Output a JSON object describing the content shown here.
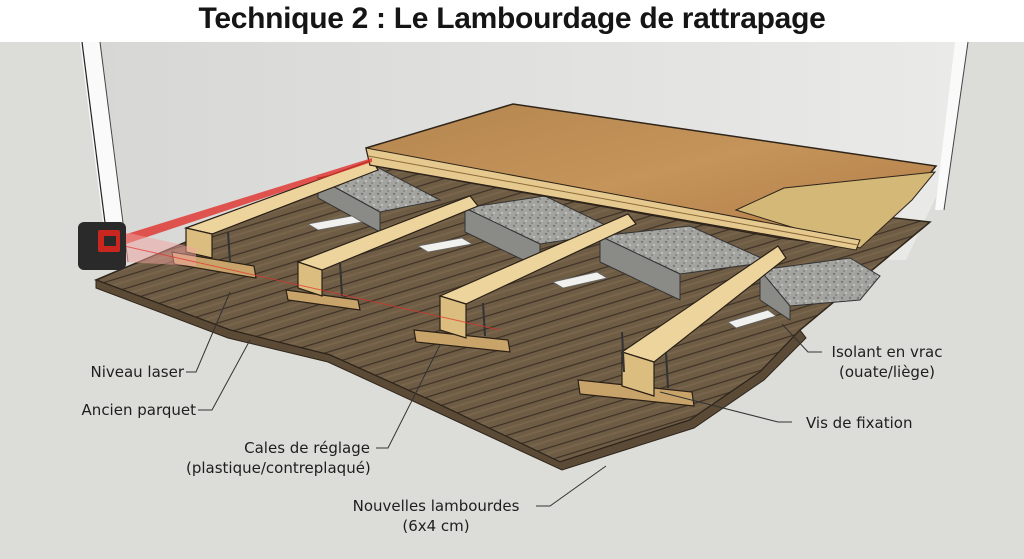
{
  "title": "Technique 2 : Le Lambourdage de rattrapage",
  "labels": {
    "laser": "Niveau laser",
    "old_floor": "Ancien parquet",
    "shims_line1": "Cales de réglage",
    "shims_line2": "(plastique/contreplaqué)",
    "joists_line1": "Nouvelles lambourdes",
    "joists_line2": "(6x4 cm)",
    "insulation_line1": "Isolant en vrac",
    "insulation_line2": "(ouate/liège)",
    "screws": "Vis de fixation"
  },
  "colors": {
    "background": "#dcdcd8",
    "wall": "#e4e4e2",
    "old_parquet": "#6e5c45",
    "new_joist": "#e3c98f",
    "insulation": "#9c9c98",
    "top_floor": "#b98a52",
    "osb": "#d4b878",
    "laser_red": "#e0302a",
    "laser_body": "#2a2a2a"
  }
}
